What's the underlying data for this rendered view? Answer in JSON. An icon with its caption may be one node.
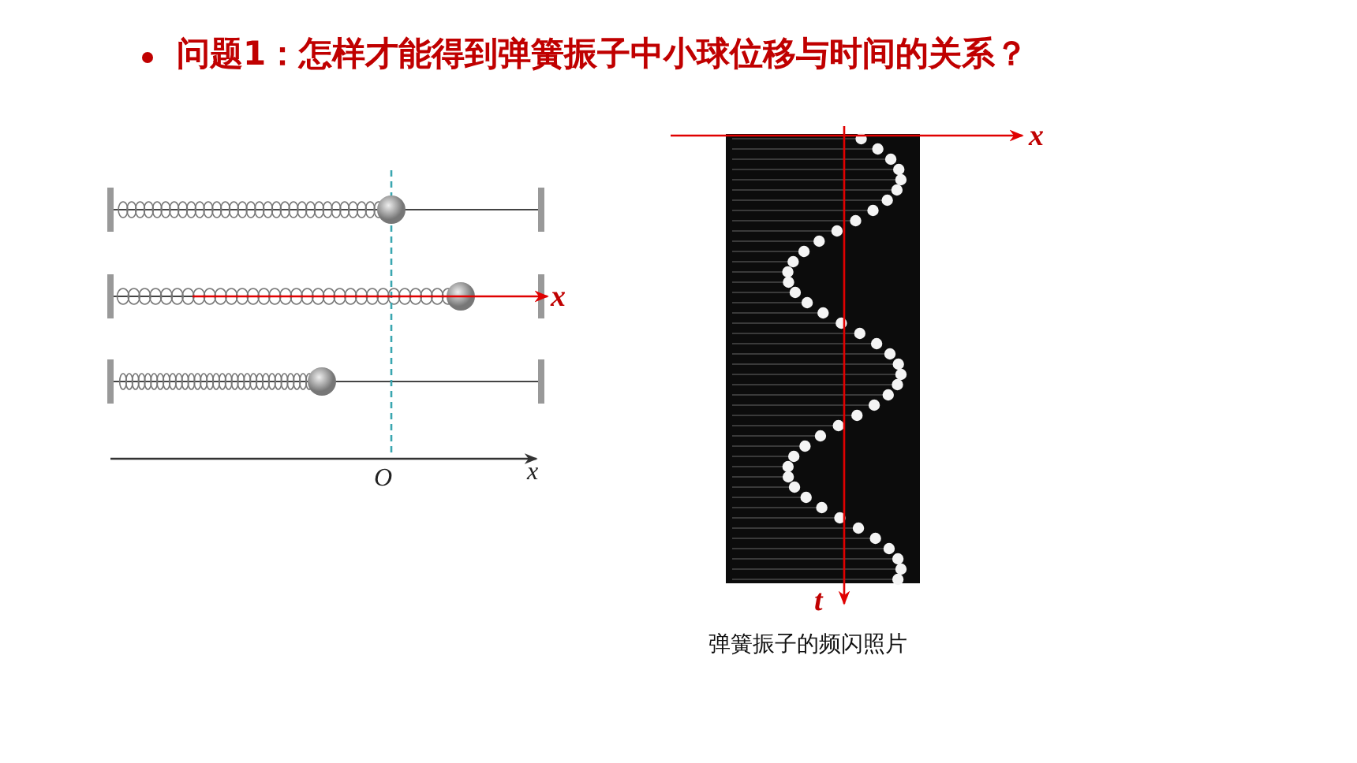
{
  "diagram": {
    "title": "问题1：怎样才能得到弹簧振子中小球位移与时间的关系？",
    "caption": "弹簧振子的频闪照片",
    "labels": [
      "x",
      "x",
      "O",
      "x",
      "t"
    ]
  }
}
